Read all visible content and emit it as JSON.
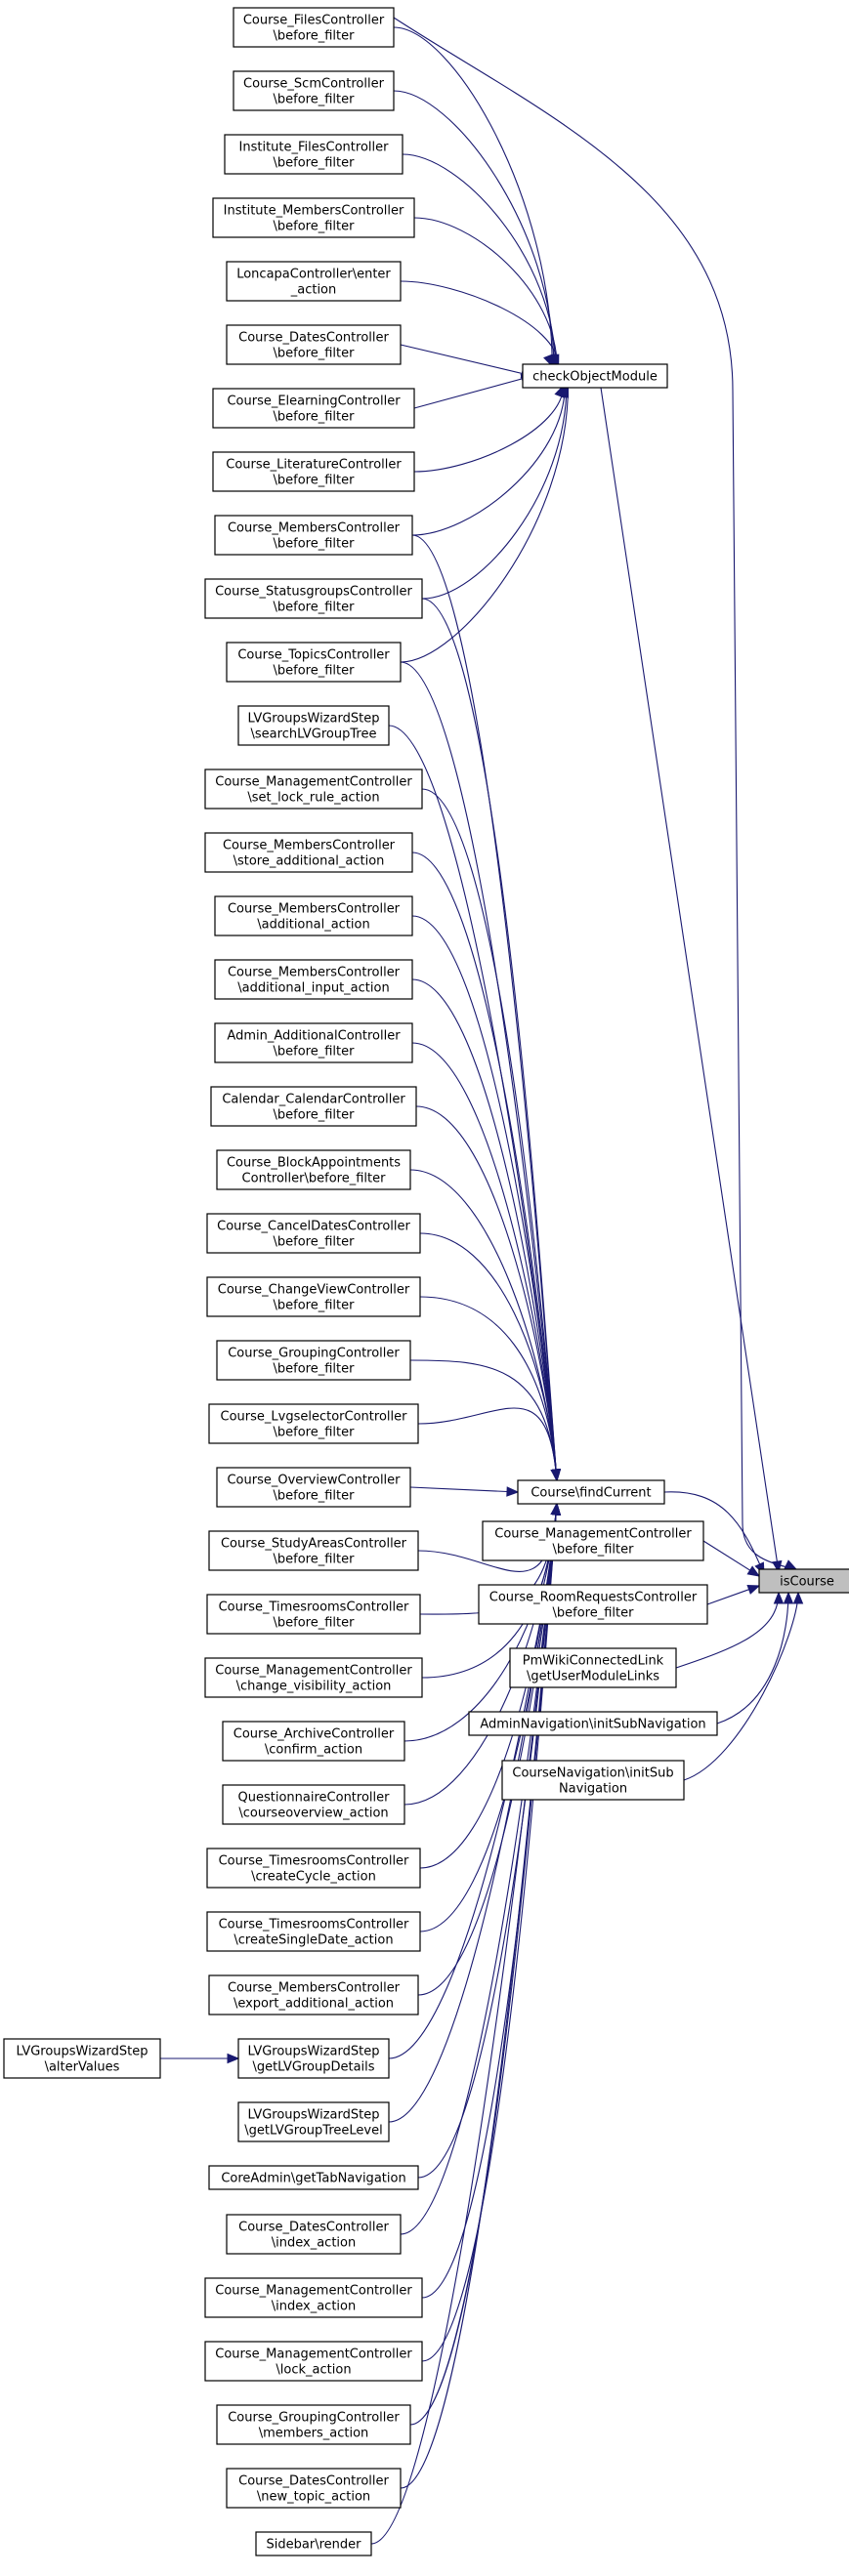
{
  "diagram": {
    "nodes": [
      {
        "id": "isCourse",
        "lines": [
          "isCourse"
        ]
      },
      {
        "id": "checkObjectModule",
        "lines": [
          "checkObjectModule"
        ]
      },
      {
        "id": "findCurrent",
        "lines": [
          "Course\\findCurrent"
        ]
      },
      {
        "id": "n_files",
        "lines": [
          "Course_FilesController",
          "\\before_filter"
        ]
      },
      {
        "id": "n_scm",
        "lines": [
          "Course_ScmController",
          "\\before_filter"
        ]
      },
      {
        "id": "n_instfiles",
        "lines": [
          "Institute_FilesController",
          "\\before_filter"
        ]
      },
      {
        "id": "n_instmembers",
        "lines": [
          "Institute_MembersController",
          "\\before_filter"
        ]
      },
      {
        "id": "n_loncapa",
        "lines": [
          "LoncapaController\\enter",
          "_action"
        ]
      },
      {
        "id": "n_dates",
        "lines": [
          "Course_DatesController",
          "\\before_filter"
        ]
      },
      {
        "id": "n_elearning",
        "lines": [
          "Course_ElearningController",
          "\\before_filter"
        ]
      },
      {
        "id": "n_literature",
        "lines": [
          "Course_LiteratureController",
          "\\before_filter"
        ]
      },
      {
        "id": "n_members",
        "lines": [
          "Course_MembersController",
          "\\before_filter"
        ]
      },
      {
        "id": "n_statusgroups",
        "lines": [
          "Course_StatusgroupsController",
          "\\before_filter"
        ]
      },
      {
        "id": "n_topics",
        "lines": [
          "Course_TopicsController",
          "\\before_filter"
        ]
      },
      {
        "id": "n_lvsearch",
        "lines": [
          "LVGroupsWizardStep",
          "\\searchLVGroupTree"
        ]
      },
      {
        "id": "n_mgmt_lock_rule",
        "lines": [
          "Course_ManagementController",
          "\\set_lock_rule_action"
        ]
      },
      {
        "id": "n_members_store",
        "lines": [
          "Course_MembersController",
          "\\store_additional_action"
        ]
      },
      {
        "id": "n_members_additional",
        "lines": [
          "Course_MembersController",
          "\\additional_action"
        ]
      },
      {
        "id": "n_members_additional_input",
        "lines": [
          "Course_MembersController",
          "\\additional_input_action"
        ]
      },
      {
        "id": "n_admin_additional",
        "lines": [
          "Admin_AdditionalController",
          "\\before_filter"
        ]
      },
      {
        "id": "n_calendar",
        "lines": [
          "Calendar_CalendarController",
          "\\before_filter"
        ]
      },
      {
        "id": "n_block",
        "lines": [
          "Course_BlockAppointments",
          "Controller\\before_filter"
        ]
      },
      {
        "id": "n_canceldates",
        "lines": [
          "Course_CancelDatesController",
          "\\before_filter"
        ]
      },
      {
        "id": "n_changeview",
        "lines": [
          "Course_ChangeViewController",
          "\\before_filter"
        ]
      },
      {
        "id": "n_grouping",
        "lines": [
          "Course_GroupingController",
          "\\before_filter"
        ]
      },
      {
        "id": "n_lvgselector",
        "lines": [
          "Course_LvgselectorController",
          "\\before_filter"
        ]
      },
      {
        "id": "n_overview",
        "lines": [
          "Course_OverviewController",
          "\\before_filter"
        ]
      },
      {
        "id": "n_studyareas",
        "lines": [
          "Course_StudyAreasController",
          "\\before_filter"
        ]
      },
      {
        "id": "n_timesrooms",
        "lines": [
          "Course_TimesroomsController",
          "\\before_filter"
        ]
      },
      {
        "id": "n_mgmt_visibility",
        "lines": [
          "Course_ManagementController",
          "\\change_visibility_action"
        ]
      },
      {
        "id": "n_archive",
        "lines": [
          "Course_ArchiveController",
          "\\confirm_action"
        ]
      },
      {
        "id": "n_questionnaire",
        "lines": [
          "QuestionnaireController",
          "\\courseoverview_action"
        ]
      },
      {
        "id": "n_tr_cycle",
        "lines": [
          "Course_TimesroomsController",
          "\\createCycle_action"
        ]
      },
      {
        "id": "n_tr_single",
        "lines": [
          "Course_TimesroomsController",
          "\\createSingleDate_action"
        ]
      },
      {
        "id": "n_members_export",
        "lines": [
          "Course_MembersController",
          "\\export_additional_action"
        ]
      },
      {
        "id": "n_lvdetails",
        "lines": [
          "LVGroupsWizardStep",
          "\\getLVGroupDetails"
        ]
      },
      {
        "id": "n_alter",
        "lines": [
          "LVGroupsWizardStep",
          "\\alterValues"
        ]
      },
      {
        "id": "n_lvtree",
        "lines": [
          "LVGroupsWizardStep",
          "\\getLVGroupTreeLevel"
        ]
      },
      {
        "id": "n_coreadmin",
        "lines": [
          "CoreAdmin\\getTabNavigation"
        ]
      },
      {
        "id": "n_dates_index",
        "lines": [
          "Course_DatesController",
          "\\index_action"
        ]
      },
      {
        "id": "n_mgmt_index",
        "lines": [
          "Course_ManagementController",
          "\\index_action"
        ]
      },
      {
        "id": "n_mgmt_lock",
        "lines": [
          "Course_ManagementController",
          "\\lock_action"
        ]
      },
      {
        "id": "n_grouping_members",
        "lines": [
          "Course_GroupingController",
          "\\members_action"
        ]
      },
      {
        "id": "n_dates_newtopic",
        "lines": [
          "Course_DatesController",
          "\\new_topic_action"
        ]
      },
      {
        "id": "n_sidebar",
        "lines": [
          "Sidebar\\render"
        ]
      },
      {
        "id": "n_mgmt_bf",
        "lines": [
          "Course_ManagementController",
          "\\before_filter"
        ]
      },
      {
        "id": "n_roomrequests",
        "lines": [
          "Course_RoomRequestsController",
          "\\before_filter"
        ]
      },
      {
        "id": "n_pmwiki",
        "lines": [
          "PmWikiConnectedLink",
          "\\getUserModuleLinks"
        ]
      },
      {
        "id": "n_adminnav",
        "lines": [
          "AdminNavigation\\initSubNavigation"
        ]
      },
      {
        "id": "n_coursenav",
        "lines": [
          "CourseNavigation\\initSub",
          "Navigation"
        ]
      }
    ]
  }
}
